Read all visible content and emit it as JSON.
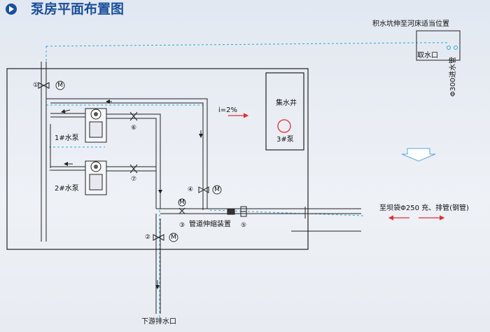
{
  "header": {
    "title": "泵房平面布置图",
    "play_icon": "play-circle-icon"
  },
  "labels": {
    "overflow_pit": "积水坑伸至河床适当位置",
    "intake": "取水口",
    "inlet_pipe": "Φ300进水管",
    "slope": "i=2%",
    "sump": "集水井",
    "pump3": "3#泵",
    "pump1": "1#水泵",
    "pump2": "2#水泵",
    "expansion_joint": "管道伸缩装置",
    "outlet": "至坝袋Φ250 充、排管(钢管)",
    "drain": "下游排水口",
    "motor_mark": "M"
  },
  "markers": [
    "①",
    "②",
    "③",
    "④",
    "⑤",
    "⑥",
    "⑦"
  ],
  "colors": {
    "title": "#1a4f9c",
    "water_line": "#2aa9d6",
    "red_arrow": "#e03030",
    "sump_circle": "#e03030",
    "flow_arrow_fill": "#ffffff",
    "flow_arrow_stroke": "#5aa7d8"
  }
}
